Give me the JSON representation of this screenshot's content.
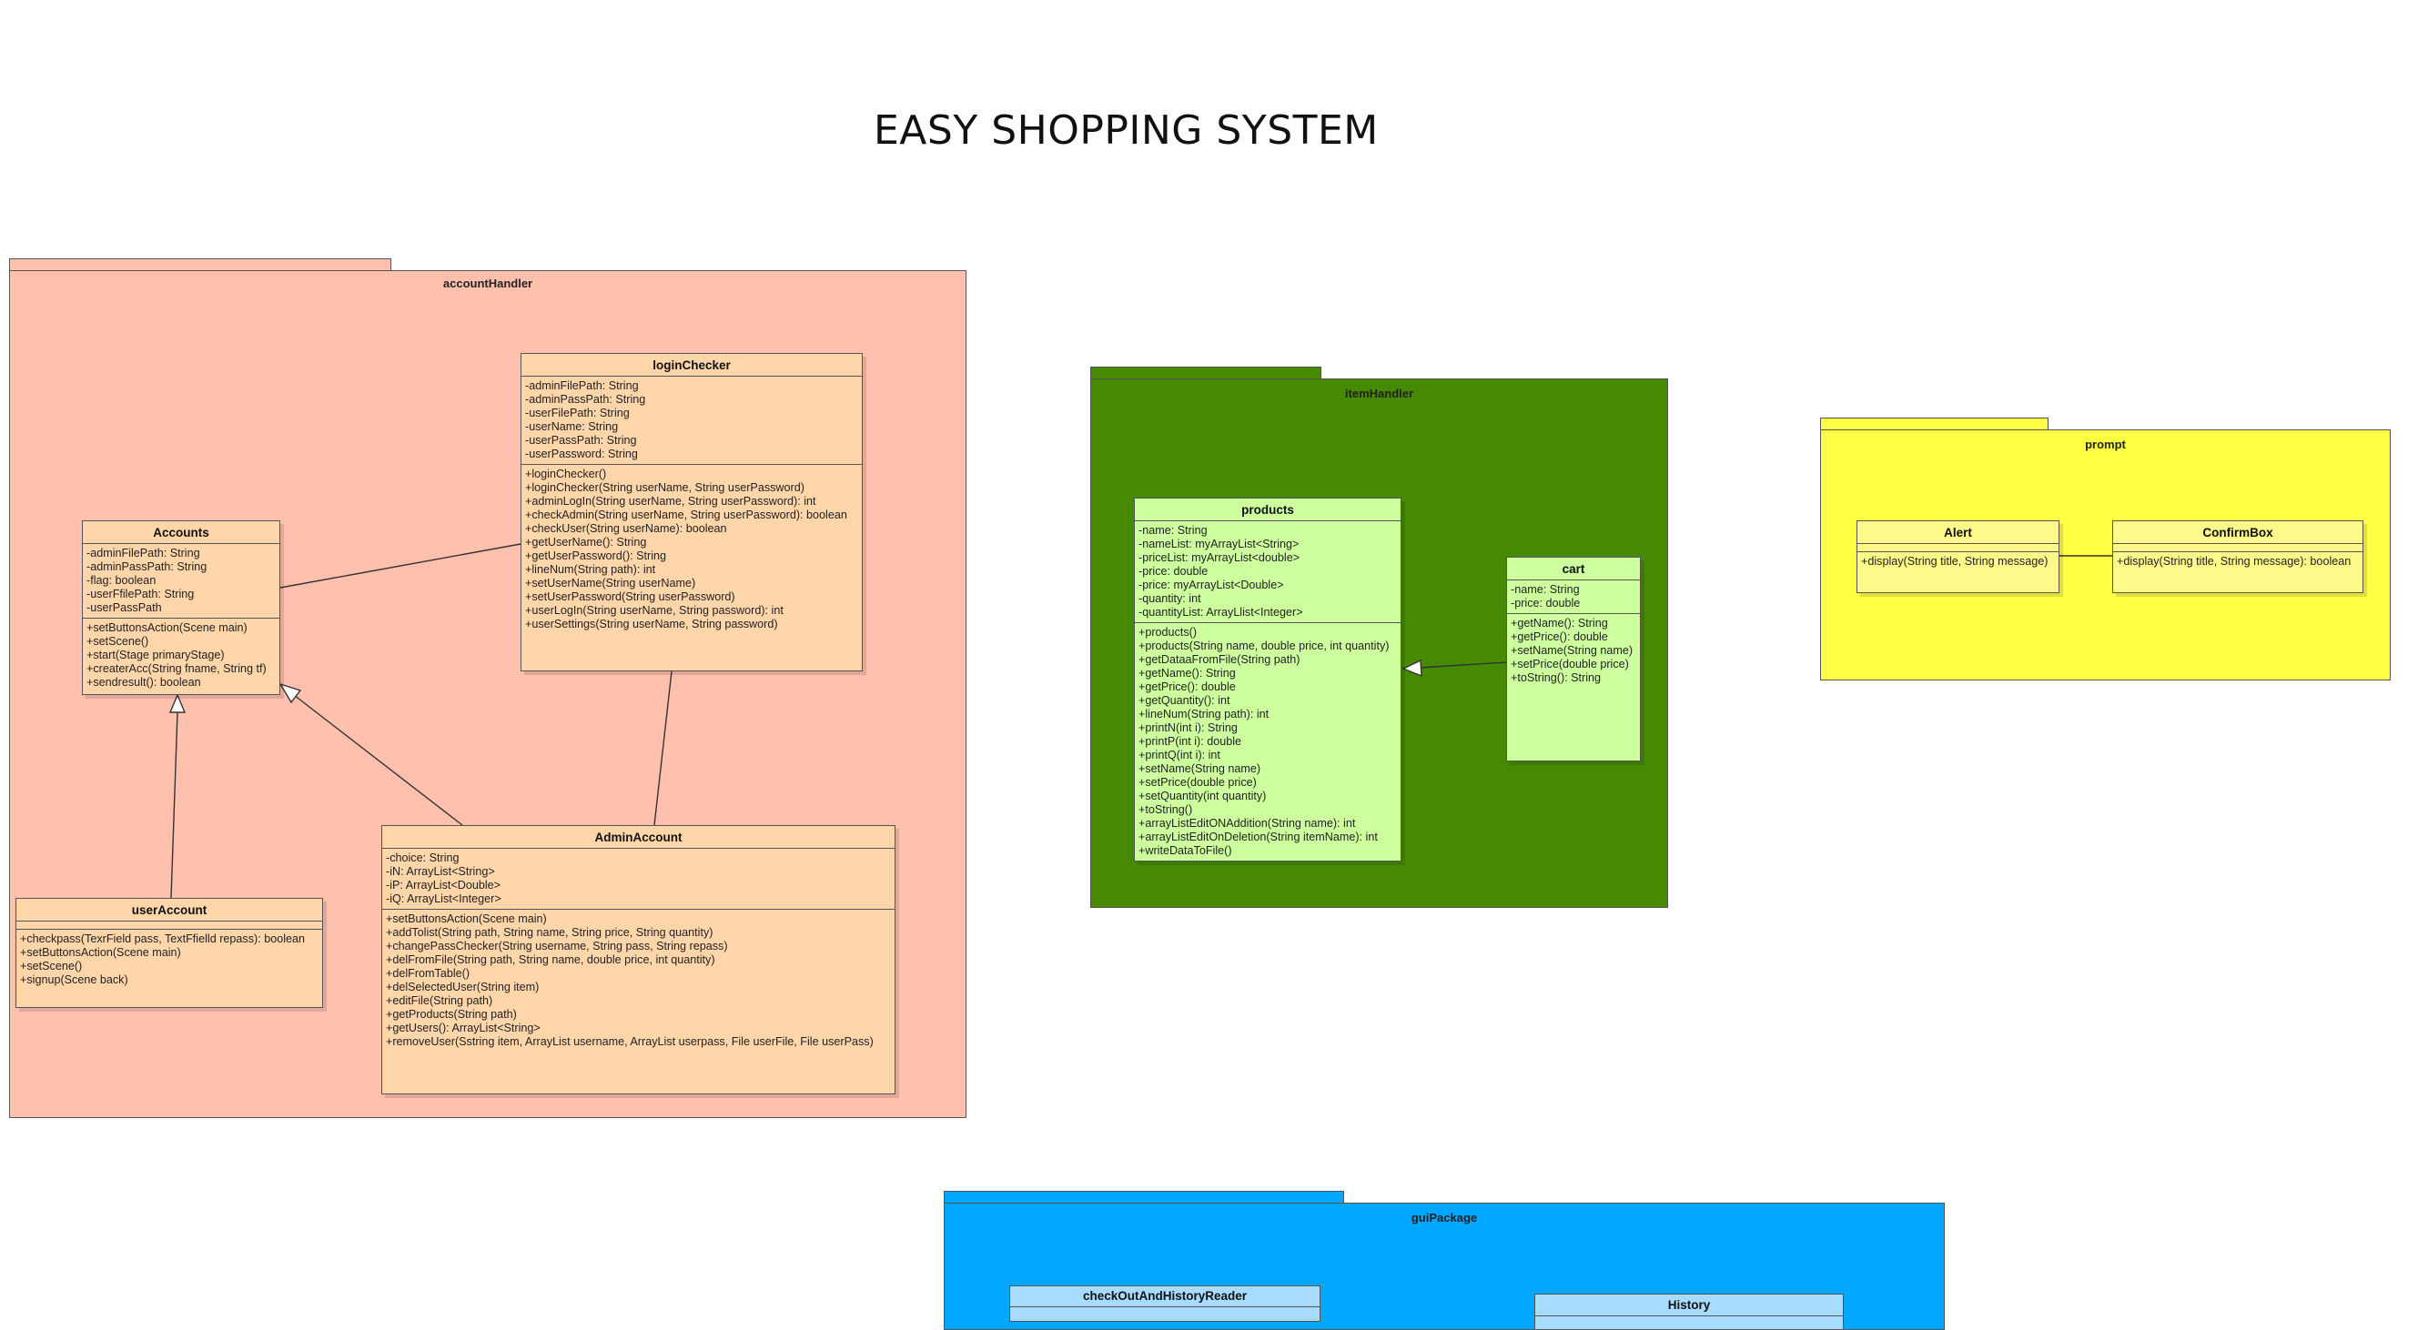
{
  "title": "EASY SHOPPING SYSTEM",
  "colors": {
    "accountHandler": "#ffc0ad",
    "accountClass": "#ffd5aa",
    "itemHandler": "#458a00",
    "itemClass": "#cdff9e",
    "prompt": "#ffff44",
    "promptClass": "#fff98a",
    "guiPackage": "#00a6ff",
    "guiClass": "#a8dcff",
    "border": "#555555"
  },
  "packages": {
    "accountHandler": {
      "name": "accountHandler"
    },
    "itemHandler": {
      "name": "itemHandler"
    },
    "prompt": {
      "name": "prompt"
    },
    "guiPackage": {
      "name": "guiPackage"
    }
  },
  "classes": {
    "loginChecker": {
      "name": "loginChecker",
      "attributes": [
        "-adminFilePath: String",
        "-adminPassPath: String",
        "-userFilePath: String",
        "-userName: String",
        "-userPassPath: String",
        "-userPassword: String"
      ],
      "operations": [
        "+loginChecker()",
        "+loginChecker(String userName, String userPassword)",
        "+adminLogIn(String userName, String userPassword): int",
        "+checkAdmin(String userName, String userPassword): boolean",
        "+checkUser(String userName): boolean",
        "+getUserName(): String",
        "+getUserPassword(): String",
        "+lineNum(String path): int",
        "+setUserName(String userName)",
        "+setUserPassword(String userPassword)",
        "+userLogIn(String userName, String password): int",
        "+userSettings(String userName, String password)"
      ]
    },
    "Accounts": {
      "name": "Accounts",
      "attributes": [
        "-adminFilePath: String",
        "-adminPassPath: String",
        "-flag: boolean",
        "-userFfilePath: String",
        "-userPassPath"
      ],
      "operations": [
        "+setButtonsAction(Scene main)",
        "+setScene()",
        "+start(Stage primaryStage)",
        "+createrAcc(String fname, String tf)",
        "+sendresult(): boolean"
      ]
    },
    "userAccount": {
      "name": "userAccount",
      "attributes": [],
      "operations": [
        "+checkpass(TexrField pass, TextFfielld repass): boolean",
        "+setButtonsAction(Scene main)",
        "+setScene()",
        "+signup(Scene back)"
      ]
    },
    "AdminAccount": {
      "name": "AdminAccount",
      "attributes": [
        "-choice: String",
        "-iN: ArrayList<String>",
        "-iP: ArrayList<Double>",
        "-iQ: ArrayList<Integer>"
      ],
      "operations": [
        "+setButtonsAction(Scene main)",
        "+addTolist(String path, String name, String price, String quantity)",
        "+changePassChecker(String username, String pass, String repass)",
        "+delFromFile(String path, String name, double price, int quantity)",
        "+delFromTable()",
        "+delSelectedUser(String item)",
        "+editFile(String path)",
        "+getProducts(String path)",
        "+getUsers(): ArrayList<String>",
        "+removeUser(Sstring item, ArrayList username, ArrayList userpass, File userFile, File userPass)"
      ]
    },
    "products": {
      "name": "products",
      "attributes": [
        "-name: String",
        "-nameList: myArrayList<String>",
        "-priceList: myArrayList<double>",
        "-price: double",
        "-price: myArrayList<Double>",
        "-quantity: int",
        "-quantityList: ArrayLlist<Integer>"
      ],
      "operations": [
        "+products()",
        "+products(String name, double price, int quantity)",
        "+getDataaFromFile(String path)",
        "+getName(): String",
        "+getPrice(): double",
        "+getQuantity(): int",
        "+lineNum(String path): int",
        "+printN(int i): String",
        "+printP(int i): double",
        "+printQ(int i): int",
        "+setName(String name)",
        "+setPrice(double price)",
        "+setQuantity(int quantity)",
        "+toString()",
        "+arrayListEditONAddition(String name): int",
        "+arrayListEditOnDeletion(String itemName): int",
        "+writeDataToFile()"
      ]
    },
    "cart": {
      "name": "cart",
      "attributes": [
        "-name: String",
        "-price: double"
      ],
      "operations": [
        "+getName(): String",
        "+getPrice(): double",
        "+setName(String name)",
        "+setPrice(double price)",
        "+toString(): String"
      ]
    },
    "Alert": {
      "name": "Alert",
      "attributes": [],
      "operations": [
        "+display(String title, String message)"
      ]
    },
    "ConfirmBox": {
      "name": "ConfirmBox",
      "attributes": [],
      "operations": [
        "+display(String title, String message): boolean"
      ]
    },
    "checkOutAndHistoryReader": {
      "name": "checkOutAndHistoryReader"
    },
    "History": {
      "name": "History"
    }
  }
}
